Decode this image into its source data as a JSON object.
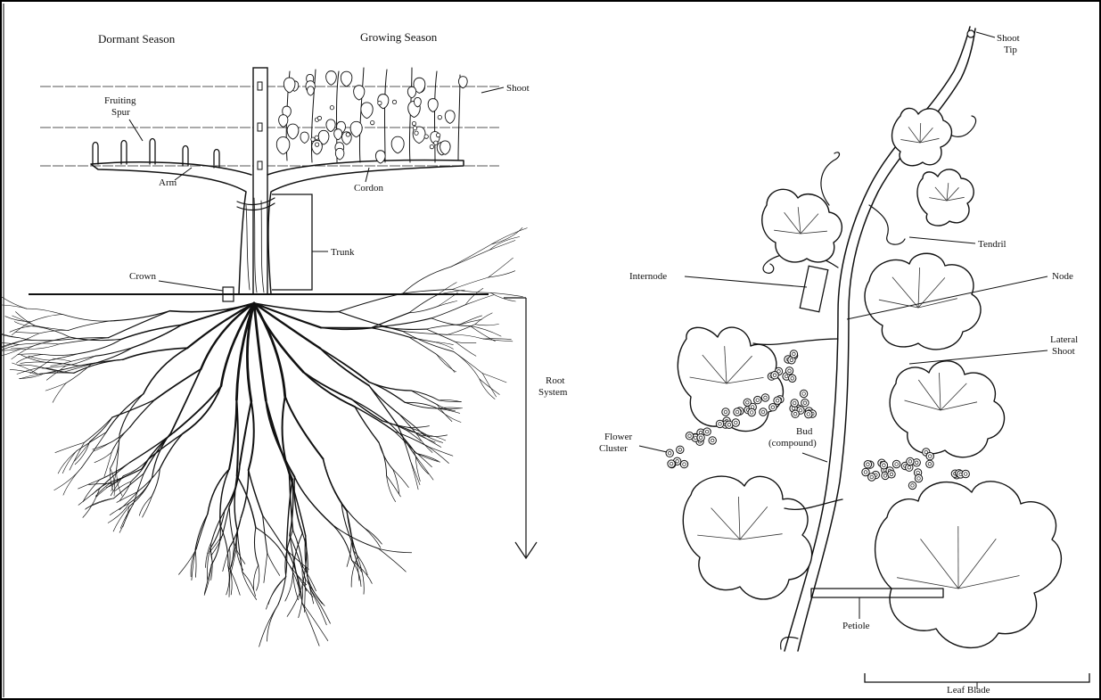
{
  "left_panel": {
    "headers": {
      "dormant": "Dormant Season",
      "growing": "Growing Season"
    },
    "labels": {
      "fruiting_spur_1": "Fruiting",
      "fruiting_spur_2": "Spur",
      "arm": "Arm",
      "cordon": "Cordon",
      "shoot": "Shoot",
      "trunk": "Trunk",
      "crown": "Crown",
      "root_system_1": "Root",
      "root_system_2": "System"
    }
  },
  "right_panel": {
    "labels": {
      "shoot_tip_1": "Shoot",
      "shoot_tip_2": "Tip",
      "tendril": "Tendril",
      "internode": "Internode",
      "node": "Node",
      "lateral_shoot_1": "Lateral",
      "lateral_shoot_2": "Shoot",
      "flower_cluster_1": "Flower",
      "flower_cluster_2": "Cluster",
      "bud_1": "Bud",
      "bud_2": "(compound)",
      "petiole": "Petiole",
      "leaf_blade": "Leaf Blade"
    }
  }
}
